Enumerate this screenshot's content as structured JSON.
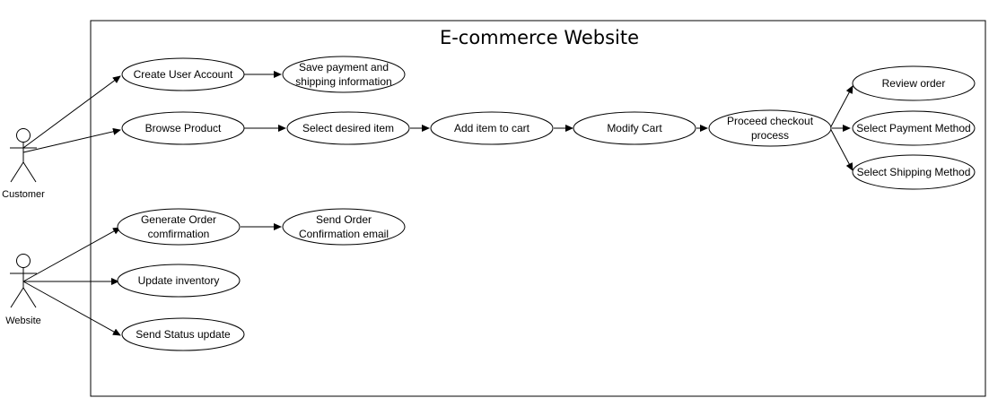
{
  "diagram": {
    "title": "E-commerce Website",
    "actors": {
      "customer": "Customer",
      "website": "Website"
    },
    "use_cases": {
      "create_account": [
        "Create User Account"
      ],
      "save_payment": [
        "Save payment and",
        "shipping information"
      ],
      "browse_product": [
        "Browse Product"
      ],
      "select_item": [
        "Select desired item"
      ],
      "add_to_cart": [
        "Add item to cart"
      ],
      "modify_cart": [
        "Modify Cart"
      ],
      "proceed_checkout": [
        "Proceed checkout",
        "process"
      ],
      "review_order": [
        "Review order"
      ],
      "select_payment": [
        "Select Payment Method"
      ],
      "select_shipping": [
        "Select Shipping Method"
      ],
      "generate_order": [
        "Generate Order",
        "comfirmation"
      ],
      "send_order_email": [
        "Send Order",
        "Confirmation email"
      ],
      "update_inventory": [
        "Update inventory"
      ],
      "send_status": [
        "Send Status update"
      ]
    }
  }
}
